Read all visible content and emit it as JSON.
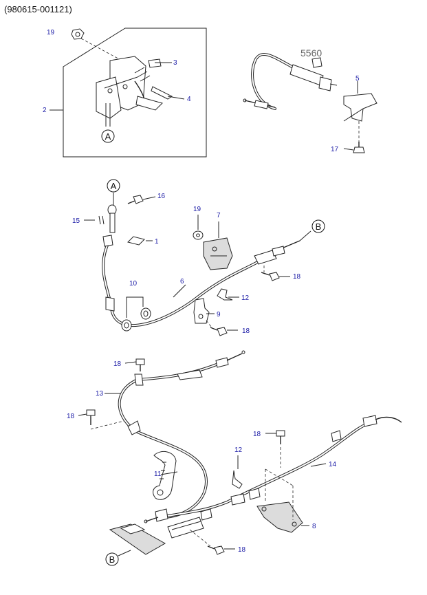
{
  "header": {
    "code": "(980615-001121)"
  },
  "callouts": {
    "a1": "A",
    "a2": "A",
    "b1": "B",
    "b2": "B"
  },
  "sub_ref": "5560",
  "parts": {
    "p19a": "19",
    "p3": "3",
    "p4": "4",
    "p2": "2",
    "p5": "5",
    "p17": "17",
    "p16": "16",
    "p15": "15",
    "p1": "1",
    "p19b": "19",
    "p7": "7",
    "p18a": "18",
    "p10": "10",
    "p6": "6",
    "p12a": "12",
    "p9": "9",
    "p18b": "18",
    "p18c": "18",
    "p13": "13",
    "p18d": "18",
    "p18e": "18",
    "p12b": "12",
    "p14": "14",
    "p11": "11",
    "p8": "8",
    "p18f": "18"
  }
}
